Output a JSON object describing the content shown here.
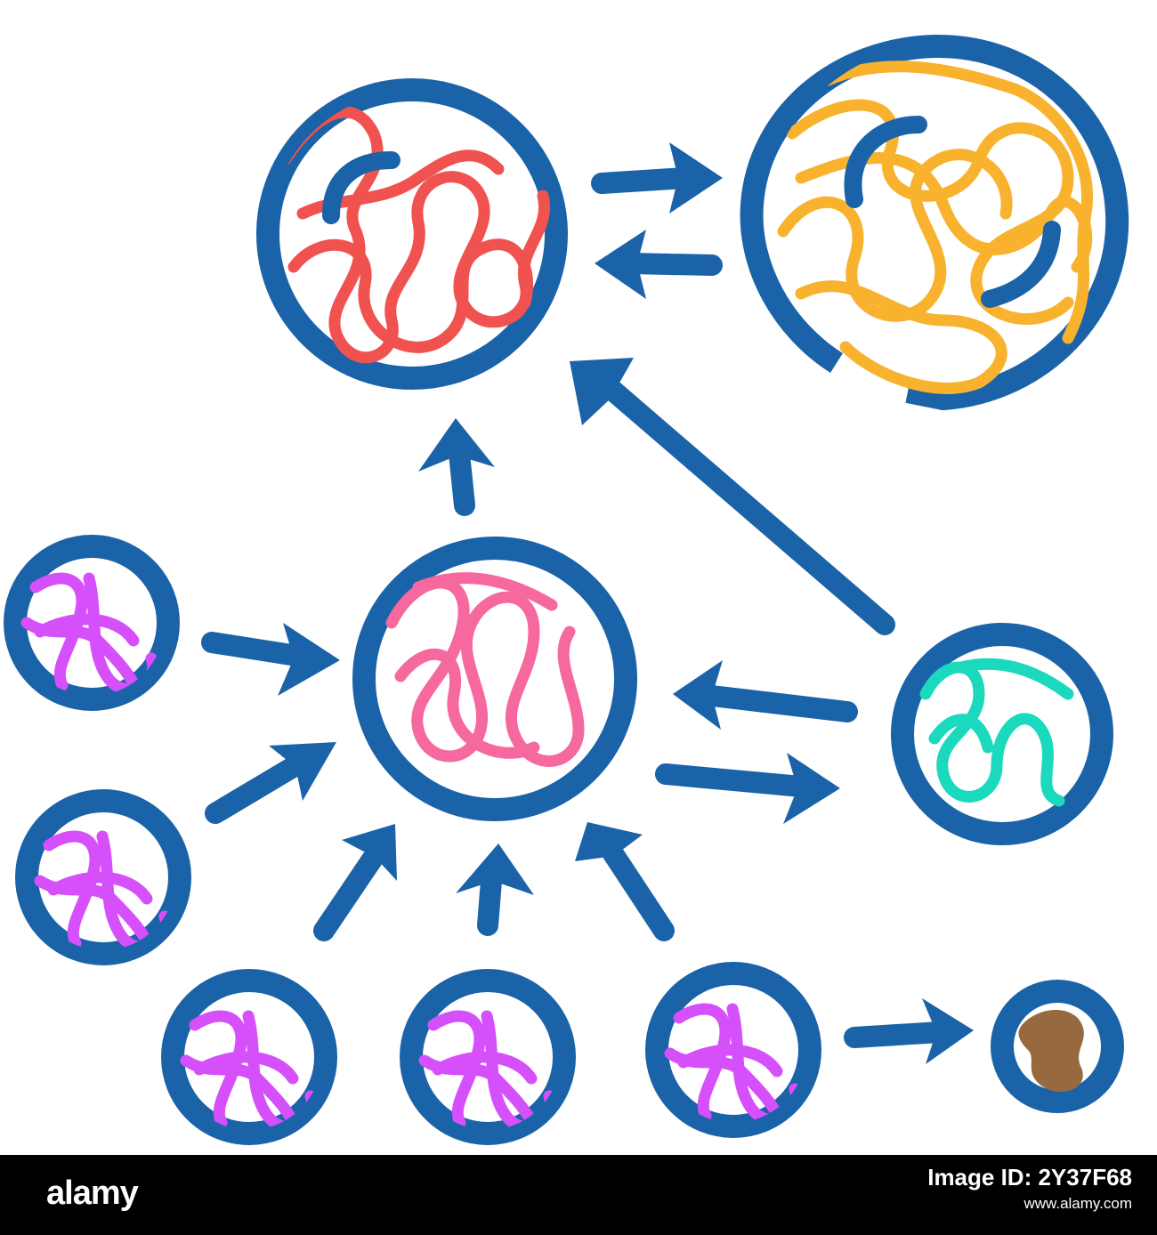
{
  "colors": {
    "outline": "#1b63a8",
    "red_cell": "#f0524f",
    "orange_cell": "#f8b22d",
    "pink_cell": "#f5699f",
    "teal_cell": "#1bd9bd",
    "purple_cell": "#d54ffb",
    "brown_cell": "#97693e",
    "footer_background": "#000000"
  },
  "icons": {
    "cell": "scribble-filled-circle",
    "arrow": "hand-drawn-arrow"
  },
  "watermark": {
    "brand": "alamy",
    "image_id_label": "Image ID: 2Y37F68",
    "url": "www.alamy.com"
  }
}
